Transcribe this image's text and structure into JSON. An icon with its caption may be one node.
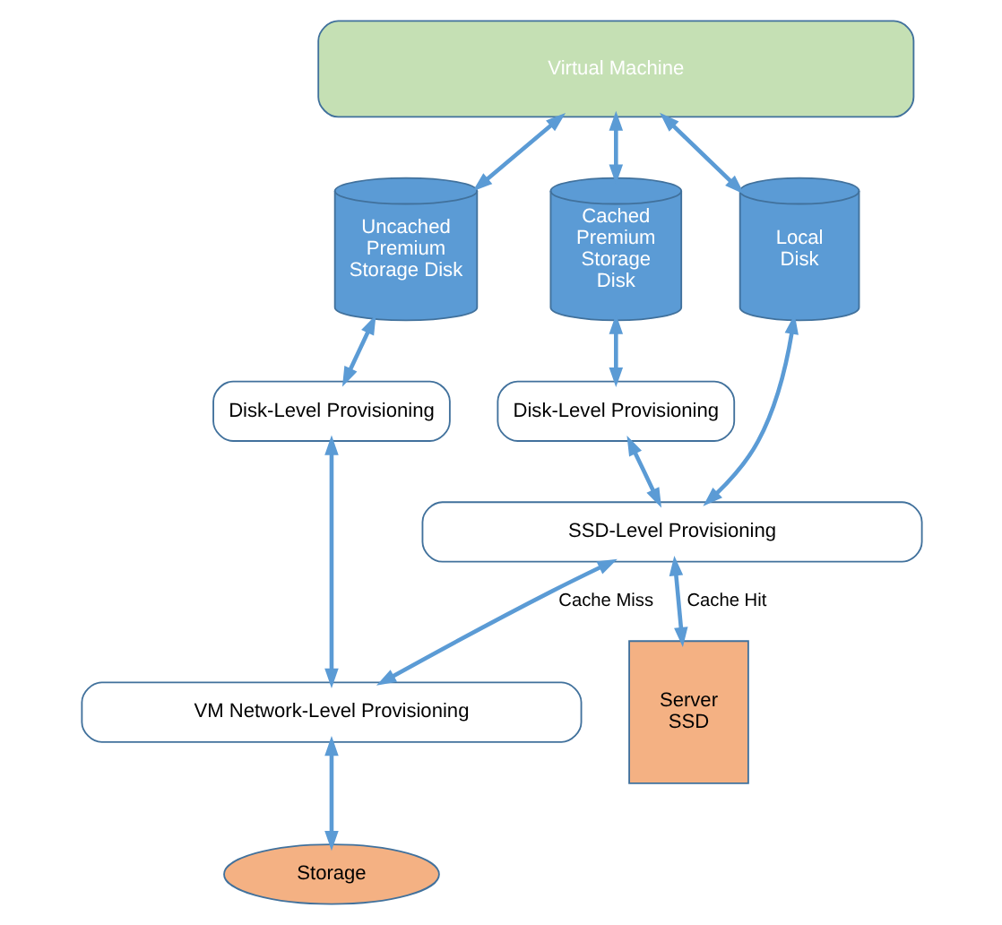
{
  "diagram": {
    "nodes": [
      {
        "text": [
          "Virtual Machine"
        ]
      },
      {
        "text": [
          "Uncached Premium Storage Disk"
        ]
      },
      {
        "text": [
          "Cached Premium Storage Disk"
        ]
      },
      {
        "text": [
          "Local Disk"
        ]
      },
      {
        "text": [
          "Disk-Level Provisioning"
        ]
      },
      {
        "text": [
          "Disk-Level Provisioning"
        ]
      },
      {
        "text": [
          "SSD-Level Provisioning"
        ]
      },
      {
        "text": [
          "VM Network-Level Provisioning"
        ]
      },
      {
        "text": [
          "Server SSD"
        ]
      },
      {
        "text": [
          "Storage"
        ]
      }
    ],
    "edges": [
      {
        "from": 0,
        "to": 1,
        "arrow": "both"
      },
      {
        "from": 0,
        "to": 2,
        "arrow": "both"
      },
      {
        "from": 0,
        "to": 3,
        "arrow": "both"
      },
      {
        "from": 1,
        "to": 4,
        "arrow": "both"
      },
      {
        "from": 2,
        "to": 5,
        "arrow": "both"
      },
      {
        "from": 4,
        "to": 7,
        "arrow": "both"
      },
      {
        "from": 5,
        "to": 6,
        "arrow": "both"
      },
      {
        "from": 3,
        "to": 6,
        "arrow": "both"
      },
      {
        "from": 6,
        "to": 7,
        "arrow": "both",
        "label": "Cache Miss"
      },
      {
        "from": 6,
        "to": 8,
        "arrow": "both",
        "label": "Cache Hit"
      },
      {
        "from": 7,
        "to": 9,
        "arrow": "both"
      }
    ]
  }
}
